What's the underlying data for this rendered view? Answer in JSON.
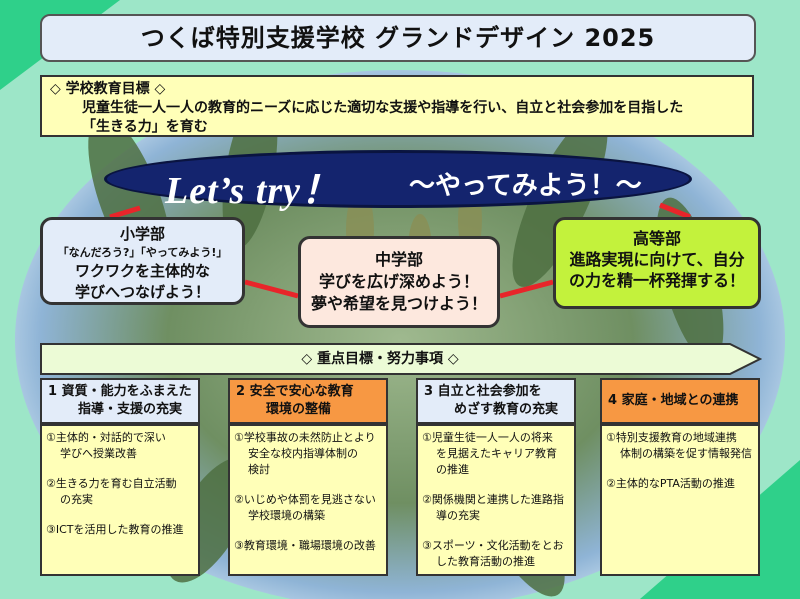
{
  "title": "つくば特別支援学校 グランドデザイン 2025",
  "school_goal": {
    "heading": "◇ 学校教育目標 ◇",
    "line1": "児童生徒一人一人の教育的ニーズに応じた適切な支援や指導を行い、自立と社会参加を目指した",
    "line2": "「生きる力」を育む"
  },
  "slogan": {
    "english": "Let’s try！",
    "japanese": "～やってみよう！～"
  },
  "departments": {
    "elementary": {
      "name": "小学部",
      "catch": "「なんだろう?」「やってみよう!」",
      "line1": "ワクワクを主体的な",
      "line2": "学びへつなげよう！"
    },
    "junior": {
      "name": "中学部",
      "line1": "学びを広げ深めよう！",
      "line2": "夢や希望を見つけよう！"
    },
    "high": {
      "name": "高等部",
      "line1": "進路実現に向けて、自分",
      "line2": "の力を精一杯発揮する！"
    }
  },
  "focus_heading": "◇ 重点目標・努力事項 ◇",
  "pillars": [
    {
      "head1": "1 資質・能力をふまえた",
      "head2": "指導・支援の充実",
      "items": [
        [
          "①主体的・対話的で深い",
          "学びへ授業改善"
        ],
        [
          "②生きる力を育む自立活動",
          "の充実"
        ],
        [
          "③ICTを活用した教育の推進"
        ]
      ]
    },
    {
      "head1": "2 安全で安心な教育",
      "head2": "環境の整備",
      "items": [
        [
          "①学校事故の未然防止とより",
          "安全な校内指導体制の",
          "検討"
        ],
        [
          "②いじめや体罰を見逃さない",
          "学校環境の構築"
        ],
        [
          "③教育環境・職場環境の改善"
        ]
      ]
    },
    {
      "head1": "3 自立と社会参加を",
      "head2": "めざす教育の充実",
      "items": [
        [
          "①児童生徒一人一人の将来",
          "を見据えたキャリア教育",
          "の推進"
        ],
        [
          "②関係機関と連携した進路指",
          "導の充実"
        ],
        [
          "③スポーツ・文化活動をとお",
          "した教育活動の推進"
        ]
      ]
    },
    {
      "head1": "4 家庭・地域との連携",
      "head2": "",
      "items": [
        [
          "①特別支援教育の地域連携",
          "体制の構築を促す情報発信"
        ],
        [
          "②主体的なPTA活動の推進"
        ]
      ]
    }
  ],
  "colors": {
    "mint": "#9de6c8",
    "light_blue": "#e3ecf9",
    "cream": "#ffffb8",
    "navy": "#14246e",
    "orange": "#f79843",
    "lime": "#c3f23c",
    "pink": "#fde8de",
    "connector_red": "#e8252a"
  }
}
